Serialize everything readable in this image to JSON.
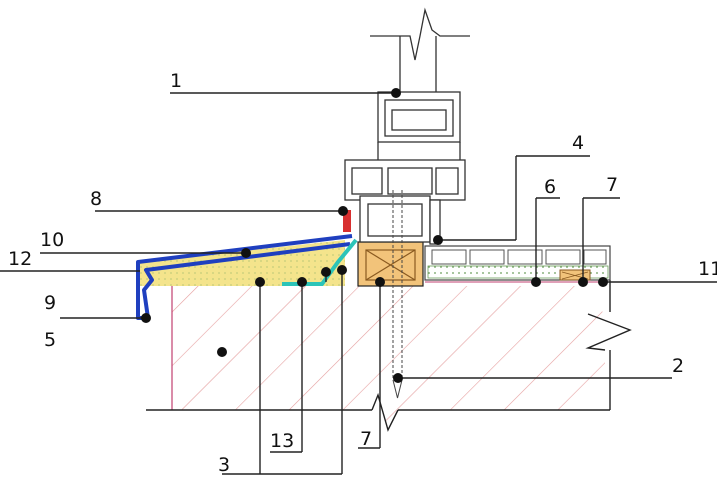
{
  "callouts": [
    {
      "id": "c1",
      "text": "1"
    },
    {
      "id": "c2",
      "text": "2"
    },
    {
      "id": "c3",
      "text": "3"
    },
    {
      "id": "c4",
      "text": "4"
    },
    {
      "id": "c5",
      "text": "5"
    },
    {
      "id": "c6",
      "text": "6"
    },
    {
      "id": "c7a",
      "text": "7"
    },
    {
      "id": "c7b",
      "text": "7"
    },
    {
      "id": "c8",
      "text": "8"
    },
    {
      "id": "c9",
      "text": "9"
    },
    {
      "id": "c10",
      "text": "10"
    },
    {
      "id": "c11",
      "text": "11"
    },
    {
      "id": "c12",
      "text": "12"
    },
    {
      "id": "c13",
      "text": "13"
    }
  ],
  "colors": {
    "insulation": "#f4e48c",
    "sill_flashing": "#1f3fbf",
    "seal_tape": "#2cc4b8",
    "wood_block": "#f2c37a",
    "gasket": "#d83030",
    "hatch": "#e6a0a0",
    "frame": "#333333"
  }
}
